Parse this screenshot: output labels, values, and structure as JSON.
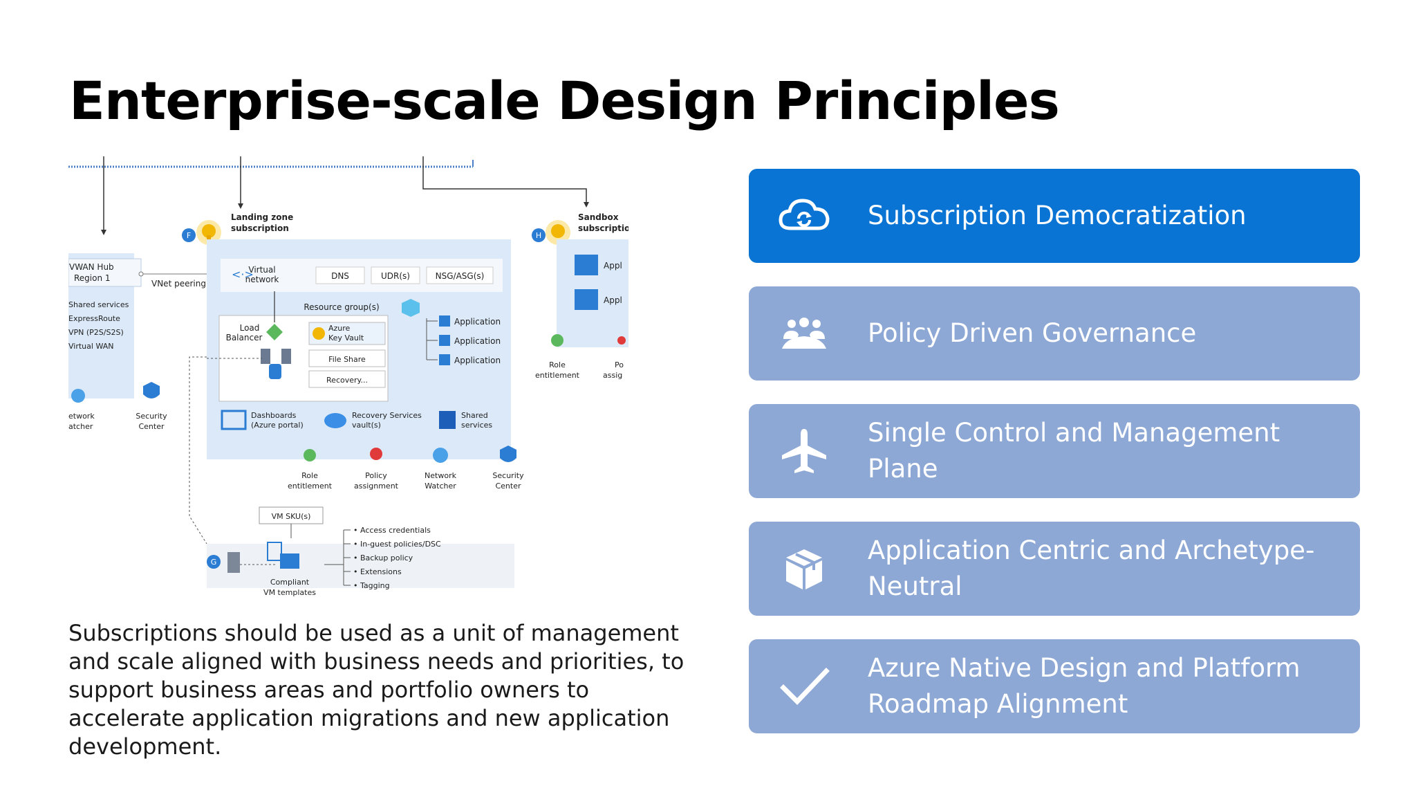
{
  "slide": {
    "title": "Enterprise-scale Design Principles",
    "description": "Subscriptions should be used as a unit of management and scale aligned with business needs and priorities, to support business areas and portfolio owners to accelerate application migrations and new application development."
  },
  "colors": {
    "active_card": "#0a74d4",
    "inactive_card": "#8ea8d6",
    "diagram_panel": "#dbe9f8"
  },
  "principles": [
    {
      "label": "Subscription Democratization",
      "icon": "cloud-sync-icon",
      "active": true
    },
    {
      "label": "Policy Driven Governance",
      "icon": "people-group-icon",
      "active": false
    },
    {
      "label": "Single Control and Management Plane",
      "icon": "airplane-icon",
      "active": false
    },
    {
      "label": "Application Centric and Archetype-Neutral",
      "icon": "package-box-icon",
      "active": false
    },
    {
      "label": "Azure Native Design and Platform Roadmap Alignment",
      "icon": "checkmark-icon",
      "active": false
    }
  ],
  "diagram": {
    "badges": {
      "f": "F",
      "h": "H",
      "g": "G"
    },
    "landing_zone": "Landing zone",
    "landing_zone_2": "subscription",
    "sandbox": "Sandbox",
    "sandbox_2": "subscriptio",
    "vwan": "VWAN Hub",
    "vwan_2": "Region 1",
    "vnet_peering": "VNet peering",
    "shared_services_list": [
      "Shared services",
      "ExpressRoute",
      "VPN (P2S/S2S)",
      "Virtual WAN"
    ],
    "left_network_watcher": "etwork",
    "left_network_watcher_2": "atcher",
    "left_security_center": "Security",
    "left_security_center_2": "Center",
    "virtual_network": "Virtual",
    "virtual_network_2": "network",
    "dns": "DNS",
    "udr": "UDR(s)",
    "nsg": "NSG/ASG(s)",
    "resource_groups": "Resource group(s)",
    "load_balancer": "Load",
    "load_balancer_2": "Balancer",
    "key_vault": "Azure",
    "key_vault_2": "Key Vault",
    "file_share": "File Share",
    "recovery": "Recovery...",
    "applications": [
      "Application",
      "Application",
      "Application"
    ],
    "dashboards": "Dashboards",
    "dashboards_2": "(Azure portal)",
    "recovery_vaults": "Recovery Services",
    "recovery_vaults_2": "vault(s)",
    "shared_services": "Shared",
    "shared_services_2": "services",
    "role": "Role",
    "role_2": "entitlement",
    "policy": "Policy",
    "policy_2": "assignment",
    "network_watcher": "Network",
    "network_watcher_2": "Watcher",
    "security_center": "Security",
    "security_center_2": "Center",
    "sandbox_apps": [
      "Appl",
      "Appl"
    ],
    "sandbox_role": "Role",
    "sandbox_role_2": "entitlement",
    "sandbox_policy": "Po",
    "sandbox_policy_2": "assig",
    "vm_sku": "VM SKU(s)",
    "vm_items": [
      "• Access credentials",
      "• In-guest policies/DSC",
      "• Backup policy",
      "• Extensions",
      "• Tagging"
    ],
    "compliant": "Compliant",
    "compliant_2": "VM templates"
  }
}
